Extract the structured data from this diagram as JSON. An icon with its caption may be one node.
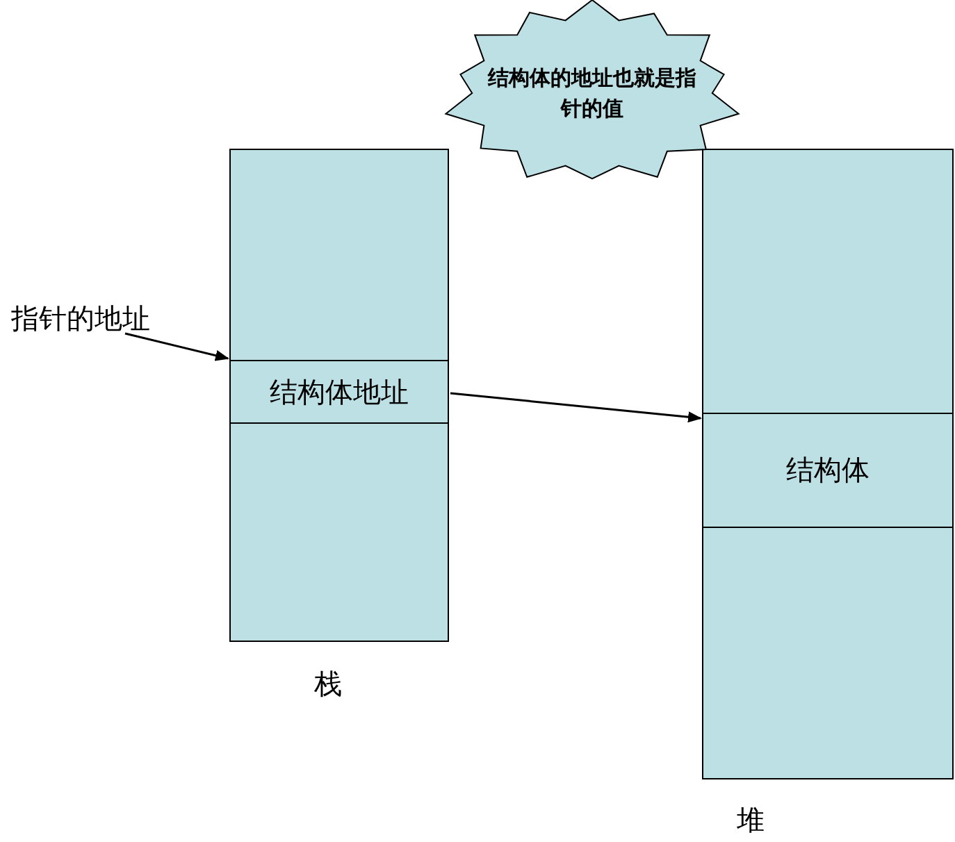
{
  "diagram": {
    "nodes": [
      {
        "text": [],
        "shape": "box",
        "beside": [
          "栈"
        ]
      },
      {
        "text": [
          "结构体地址"
        ],
        "in": 0
      },
      {
        "text": [],
        "shape": "box",
        "beside": [
          "堆"
        ]
      },
      {
        "text": [
          "结构体"
        ],
        "in": 2
      },
      {
        "text": [
          "指针的地址"
        ]
      },
      {
        "text": [
          "结构体的地址也就是指针的值"
        ]
      }
    ],
    "edges": [
      {
        "from": 4,
        "to": 1,
        "arrow": "to"
      },
      {
        "from": 1,
        "to": 3,
        "arrow": "to"
      }
    ]
  }
}
